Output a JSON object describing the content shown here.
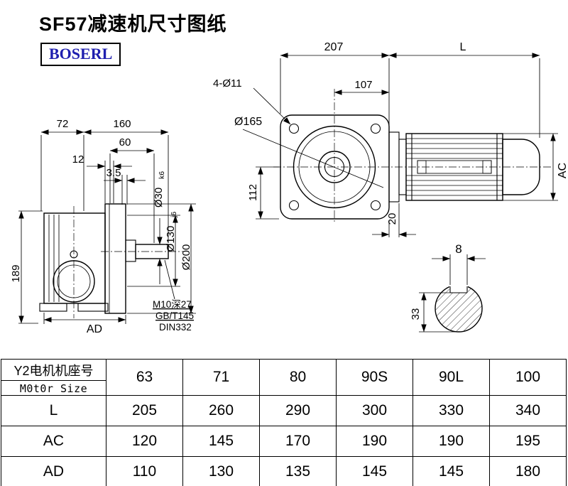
{
  "title": "SF57减速机尺寸图纸",
  "brand": "BOSERL",
  "brand_color": "#1f1faf",
  "left_view": {
    "dim_72": "72",
    "dim_160": "160",
    "dim_60": "60",
    "dim_12": "12",
    "dim_3_5": "3.5",
    "dim_189": "189",
    "dim_shaft": "Ø30",
    "dim_shaft_tol": "k6",
    "dim_pilot": "Ø130",
    "dim_pilot_tol": "j6",
    "dim_flange": "Ø200",
    "dim_AD": "AD",
    "note_tap": "M10深27",
    "note_std1": "GB/T145",
    "note_std2": "DIN332"
  },
  "right_view": {
    "dim_207": "207",
    "dim_L": "L",
    "dim_bolts": "4-Ø11",
    "dim_107": "107",
    "dim_165": "Ø165",
    "dim_112": "112",
    "dim_20": "20",
    "dim_AC": "AC"
  },
  "shaft_section": {
    "dim_8": "8",
    "dim_33": "33"
  },
  "table": {
    "motor_row_label_cn": "Y2电机机座号",
    "motor_row_label_en": "M0t0r Size",
    "motor_sizes": [
      "63",
      "71",
      "80",
      "90S",
      "90L",
      "100"
    ],
    "rows": [
      {
        "label": "L",
        "values": [
          "205",
          "260",
          "290",
          "300",
          "330",
          "340"
        ]
      },
      {
        "label": "AC",
        "values": [
          "120",
          "145",
          "170",
          "190",
          "190",
          "195"
        ]
      },
      {
        "label": "AD",
        "values": [
          "110",
          "130",
          "135",
          "145",
          "145",
          "180"
        ]
      }
    ]
  }
}
